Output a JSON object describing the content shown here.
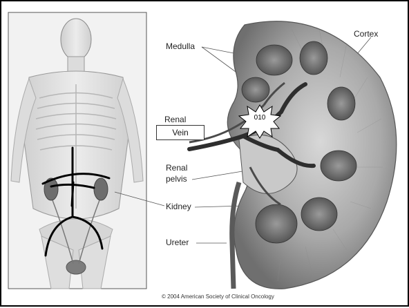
{
  "labels": {
    "medulla": "Medulla",
    "cortex": "Cortex",
    "renal": "Renal",
    "vein": "Vein",
    "renal_pelvis_line1": "Renal",
    "renal_pelvis_line2": "pelvis",
    "kidney": "Kidney",
    "ureter": "Ureter"
  },
  "starburst_text": "010",
  "copyright": "© 2004 American Society of Clinical Oncology"
}
